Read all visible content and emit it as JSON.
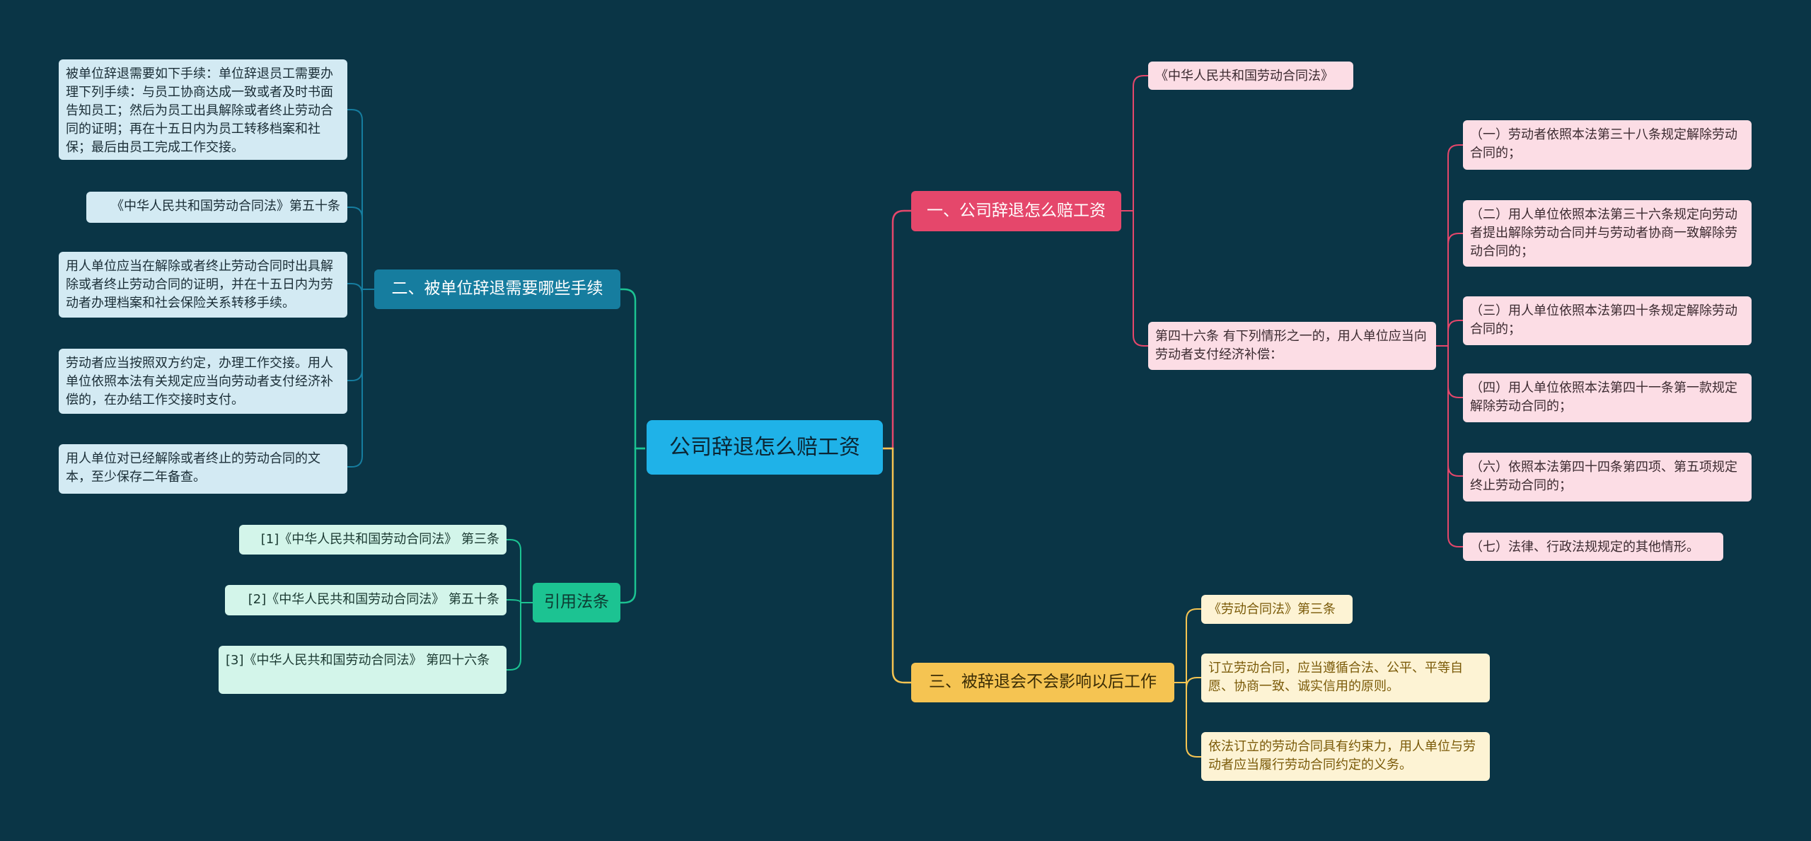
{
  "root": {
    "label": "公司辞退怎么赔工资"
  },
  "branch1": {
    "label": "一、公司辞退怎么赔工资",
    "law": "《中华人民共和国劳动合同法》",
    "article": "第四十六条 有下列情形之一的，用人单位应当向劳动者支付经济补偿：",
    "items": [
      "（一）劳动者依照本法第三十八条规定解除劳动合同的；",
      "（二）用人单位依照本法第三十六条规定向劳动者提出解除劳动合同并与劳动者协商一致解除劳动合同的；",
      "（三）用人单位依照本法第四十条规定解除劳动合同的；",
      "（四）用人单位依照本法第四十一条第一款规定解除劳动合同的；",
      "（六）依照本法第四十四条第四项、第五项规定终止劳动合同的；",
      "（七）法律、行政法规规定的其他情形。"
    ]
  },
  "branch2": {
    "label": "二、被单位辞退需要哪些手续",
    "items": [
      "被单位辞退需要如下手续：单位辞退员工需要办理下列手续：与员工协商达成一致或者及时书面告知员工；然后为员工出具解除或者终止劳动合同的证明；再在十五日内为员工转移档案和社保；最后由员工完成工作交接。",
      "《中华人民共和国劳动合同法》第五十条",
      "用人单位应当在解除或者终止劳动合同时出具解除或者终止劳动合同的证明，并在十五日内为劳动者办理档案和社会保险关系转移手续。",
      "劳动者应当按照双方约定，办理工作交接。用人单位依照本法有关规定应当向劳动者支付经济补偿的，在办结工作交接时支付。",
      "用人单位对已经解除或者终止的劳动合同的文本，至少保存二年备查。"
    ]
  },
  "branch3": {
    "label": "引用法条",
    "items": [
      "[1]《中华人民共和国劳动合同法》 第三条",
      "[2]《中华人民共和国劳动合同法》 第五十条",
      "[3]《中华人民共和国劳动合同法》 第四十六条"
    ]
  },
  "branch4": {
    "label": "三、被辞退会不会影响以后工作",
    "items": [
      "《劳动合同法》第三条",
      "订立劳动合同，应当遵循合法、公平、平等自愿、协商一致、诚实信用的原则。",
      "依法订立的劳动合同具有约束力，用人单位与劳动者应当履行劳动合同约定的义务。"
    ]
  },
  "colors": {
    "background": "#0a3546",
    "root": "#1fb2e8",
    "red": "#e5476b",
    "blue": "#167d9f",
    "green": "#1cc392",
    "yellow": "#f5c452"
  }
}
